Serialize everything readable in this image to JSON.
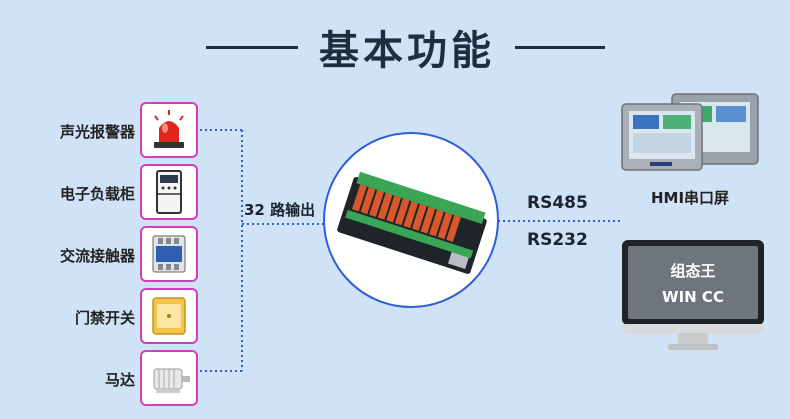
{
  "title": "基本功能",
  "devices": [
    {
      "label": "声光报警器",
      "icon": "alarm-light-icon"
    },
    {
      "label": "电子负载柜",
      "icon": "electronic-load-cabinet-icon"
    },
    {
      "label": "交流接触器",
      "icon": "ac-contactor-icon"
    },
    {
      "label": "门禁开关",
      "icon": "access-switch-icon"
    },
    {
      "label": "马达",
      "icon": "motor-icon"
    }
  ],
  "center": {
    "io_label": "32 路输出",
    "device_icon": "relay-board-icon"
  },
  "protocols": {
    "rs485": "RS485",
    "rs232": "RS232"
  },
  "targets": {
    "hmi": {
      "label": "HMI串口屏",
      "icon": "hmi-screen-icon"
    },
    "pc": {
      "line1": "组态王",
      "line2": "WIN CC",
      "icon": "monitor-icon"
    }
  },
  "colors": {
    "background": "#cfe2f6",
    "device_border": "#d33ec0",
    "wire": "#2d5fd9",
    "title": "#1f2d3d"
  }
}
